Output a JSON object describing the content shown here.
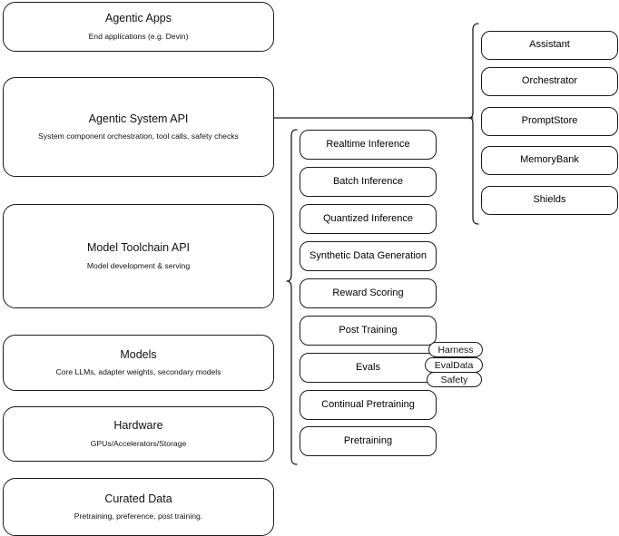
{
  "diagram": {
    "title": "LLM stack layered architecture",
    "accent_color": "#1a1a1a",
    "background_color": "#ffffff",
    "layers": [
      {
        "id": "agentic-apps",
        "title": "Agentic Apps",
        "subtitle": "End applications (e.g. Devin)"
      },
      {
        "id": "agentic-system-api",
        "title": "Agentic System API",
        "subtitle": "System component orchestration, tool calls, safety checks"
      },
      {
        "id": "model-toolchain-api",
        "title": "Model Toolchain API",
        "subtitle": "Model development & serving"
      },
      {
        "id": "models",
        "title": "Models",
        "subtitle": "Core LLMs, adapter weights, secondary models"
      },
      {
        "id": "hardware",
        "title": "Hardware",
        "subtitle": "GPUs/Accelerators/Storage"
      },
      {
        "id": "curated-data",
        "title": "Curated Data",
        "subtitle": "Pretraining, preference, post training."
      }
    ],
    "toolchain_items": [
      {
        "id": "realtime-inference",
        "label": "Realtime Inference"
      },
      {
        "id": "batch-inference",
        "label": "Batch Inference"
      },
      {
        "id": "quantized-inference",
        "label": "Quantized Inference"
      },
      {
        "id": "synthetic-data-generation",
        "label": "Synthetic Data Generation"
      },
      {
        "id": "reward-scoring",
        "label": "Reward Scoring"
      },
      {
        "id": "post-training",
        "label": "Post Training"
      },
      {
        "id": "evals",
        "label": "Evals"
      },
      {
        "id": "continual-pretraining",
        "label": "Continual Pretraining"
      },
      {
        "id": "pretraining",
        "label": "Pretraining"
      }
    ],
    "evals_pills": [
      {
        "id": "harness",
        "label": "Harness"
      },
      {
        "id": "evaldata",
        "label": "EvalData"
      },
      {
        "id": "safety",
        "label": "Safety"
      }
    ],
    "system_components": [
      {
        "id": "assistant",
        "label": "Assistant"
      },
      {
        "id": "orchestrator",
        "label": "Orchestrator"
      },
      {
        "id": "promptstore",
        "label": "PromptStore"
      },
      {
        "id": "memorybank",
        "label": "MemoryBank"
      },
      {
        "id": "shields",
        "label": "Shields"
      }
    ]
  }
}
